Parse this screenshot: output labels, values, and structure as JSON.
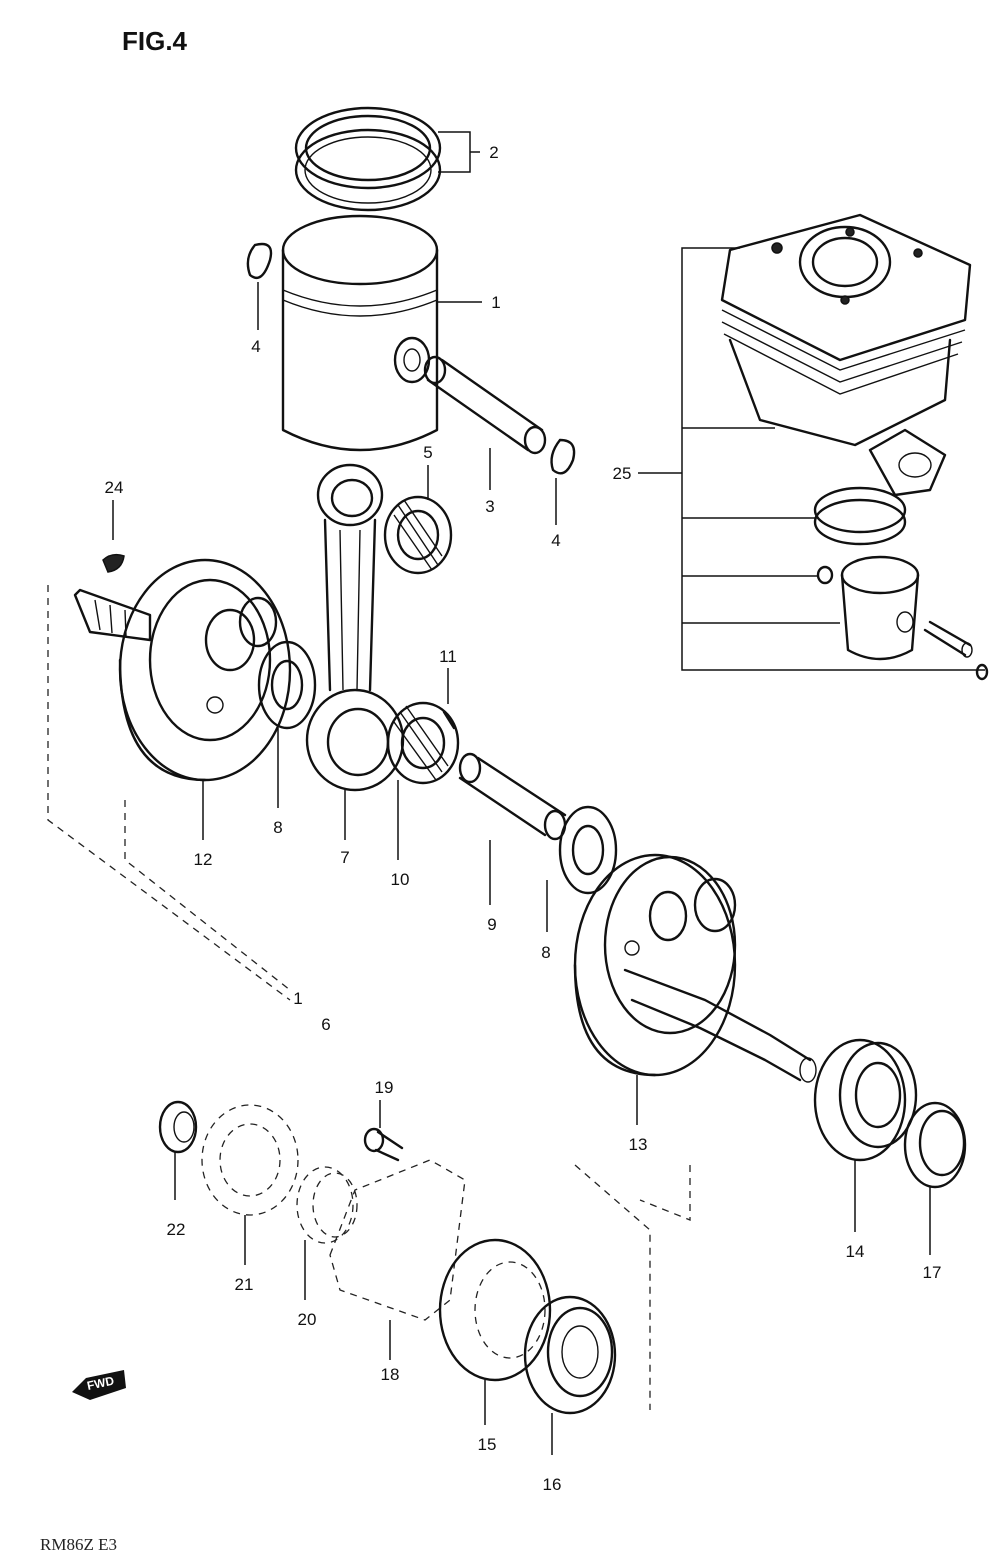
{
  "figure_title": "FIG.4",
  "footer_code": "RM86Z E3",
  "direction_tag": "FWD",
  "callouts": [
    "1",
    "2",
    "3",
    "4",
    "4",
    "5",
    "24",
    "11",
    "8",
    "12",
    "7",
    "10",
    "9",
    "8",
    "25",
    "1",
    "6",
    "19",
    "13",
    "14",
    "17",
    "22",
    "21",
    "20",
    "18",
    "15",
    "16"
  ]
}
